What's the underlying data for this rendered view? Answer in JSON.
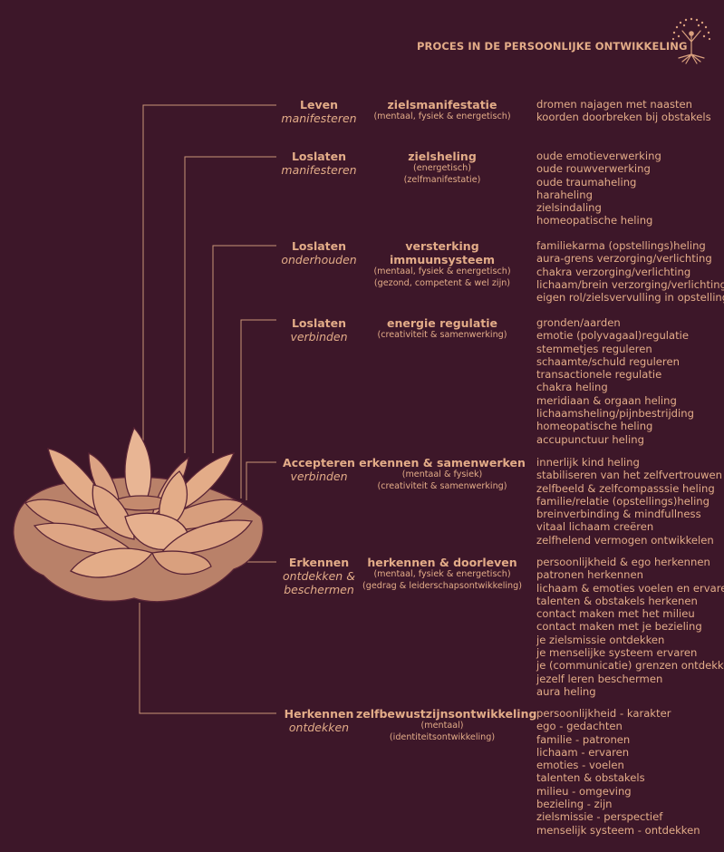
{
  "header": {
    "title": "PROCES IN DE PERSOONLIJKE ONTWIKKELING",
    "logo_icon": "tree-of-life-icon"
  },
  "colors": {
    "background": "#3d1729",
    "text": "#e3ac88",
    "line": "#c99478"
  },
  "stages": [
    {
      "name": "Leven",
      "verb": [
        "manifesteren"
      ],
      "heading": "zielsmanifestatie",
      "sub": [
        "(mentaal, fysiek & energetisch)"
      ],
      "items": [
        "dromen najagen met naasten",
        "koorden doorbreken bij obstakels"
      ]
    },
    {
      "name": "Loslaten",
      "verb": [
        "manifesteren"
      ],
      "heading": "zielsheling",
      "sub": [
        "(energetisch)",
        "(zelfmanifestatie)"
      ],
      "items": [
        "oude emotieverwerking",
        "oude rouwverwerking",
        "oude traumaheling",
        "haraheling",
        "zielsindaling",
        "homeopatische heling"
      ]
    },
    {
      "name": "Loslaten",
      "verb": [
        "onderhouden"
      ],
      "heading": "versterking immuunsysteem",
      "sub": [
        "(mentaal, fysiek & energetisch)",
        "(gezond, competent & wel zijn)"
      ],
      "items": [
        "familiekarma (opstellings)heling",
        "aura-grens verzorging/verlichting",
        "chakra verzorging/verlichting",
        "lichaam/brein verzorging/verlichting",
        "eigen rol/zielsvervulling in opstelling"
      ]
    },
    {
      "name": "Loslaten",
      "verb": [
        "verbinden"
      ],
      "heading": "energie regulatie",
      "sub": [
        "(creativiteit & samenwerking)"
      ],
      "items": [
        "gronden/aarden",
        "emotie (polyvagaal)regulatie",
        "stemmetjes reguleren",
        "schaamte/schuld reguleren",
        "transactionele regulatie",
        "chakra heling",
        "meridiaan & orgaan heling",
        "lichaamsheling/pijnbestrijding",
        "homeopatische heling",
        "accupunctuur heling"
      ]
    },
    {
      "name": "Accepteren",
      "verb": [
        "verbinden"
      ],
      "heading": "erkennen & samenwerken",
      "sub": [
        "(mentaal & fysiek)",
        "(creativiteit & samenwerking)"
      ],
      "items": [
        "innerlijk kind heling",
        "stabiliseren van het zelfvertrouwen",
        "zelfbeeld & zelfcompasssie heling",
        "familie/relatie (opstellings)heling",
        "breinverbinding & mindfullness",
        "vitaal lichaam creëren",
        "zelfhelend vermogen ontwikkelen"
      ]
    },
    {
      "name": "Erkennen",
      "verb": [
        "ontdekken &",
        "beschermen"
      ],
      "heading": "herkennen & doorleven",
      "sub": [
        "(mentaal, fysiek & energetisch)",
        "(gedrag & leiderschapsontwikkeling)"
      ],
      "items": [
        "persoonlijkheid & ego herkennen",
        "patronen herkennen",
        "lichaam & emoties voelen en ervaren",
        "talenten & obstakels herkenen",
        "contact maken met het milieu",
        "contact maken met je bezieling",
        "je zielsmissie ontdekken",
        "je menselijke systeem ervaren",
        "je (communicatie) grenzen ontdekken",
        "jezelf leren beschermen",
        "aura heling"
      ]
    },
    {
      "name": "Herkennen",
      "verb": [
        "ontdekken"
      ],
      "heading": "zelfbewustzijnsontwikkeling",
      "sub": [
        "(mentaal)",
        "(identiteitsontwikkeling)"
      ],
      "items": [
        "persoonlijkheid - karakter",
        "ego - gedachten",
        "familie - patronen",
        "lichaam - ervaren",
        "emoties - voelen",
        "talenten & obstakels",
        "milieu - omgeving",
        "bezieling - zijn",
        "zielsmissie - perspectief",
        "menselijk systeem - ontdekken"
      ]
    }
  ]
}
